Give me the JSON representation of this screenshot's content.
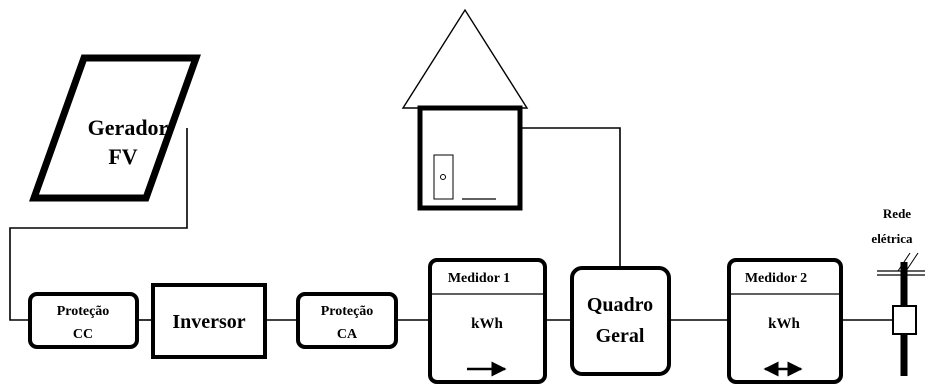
{
  "gerador": {
    "line1": "Gerador",
    "line2": "FV"
  },
  "protecao_cc": {
    "line1": "Proteção",
    "line2": "CC"
  },
  "inversor": {
    "label": "Inversor"
  },
  "protecao_ca": {
    "line1": "Proteção",
    "line2": "CA"
  },
  "medidor1": {
    "title": "Medidor 1",
    "unit": "kWh"
  },
  "quadro": {
    "line1": "Quadro",
    "line2": "Geral"
  },
  "medidor2": {
    "title": "Medidor 2",
    "unit": "kWh"
  },
  "rede": {
    "line1": "Rede",
    "line2": "elétrica"
  }
}
